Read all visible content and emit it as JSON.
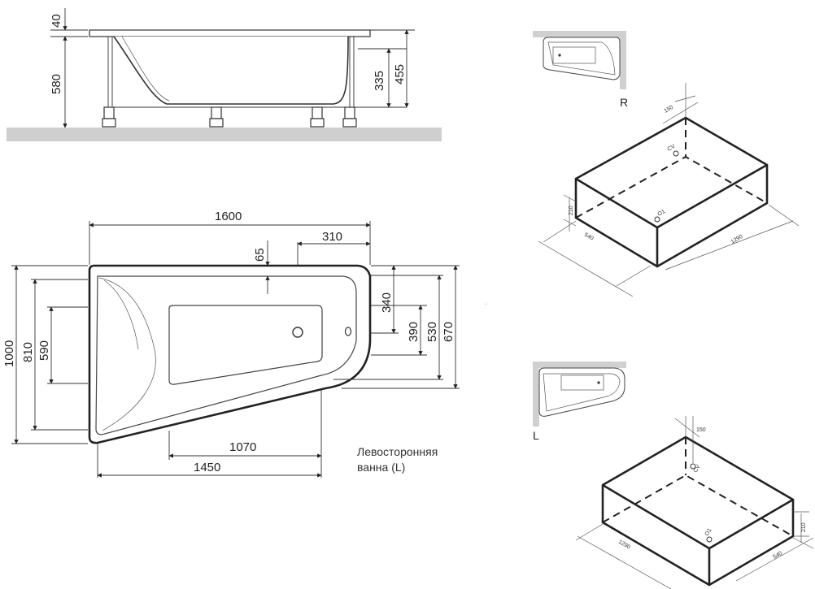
{
  "side_view": {
    "dims": {
      "top": "40",
      "total_height": "580",
      "inner_depth": "335",
      "rim_height": "455"
    }
  },
  "plan_view": {
    "dims": {
      "length": "1600",
      "corner_cut": "310",
      "offset_top": "65",
      "width": "1000",
      "width_inner": "810",
      "width_bottom": "590",
      "right_340": "340",
      "right_390": "390",
      "right_530": "530",
      "right_670": "670",
      "bottom_1070": "1070",
      "bottom_1450": "1450"
    },
    "caption_line1": "Левосторонняя",
    "caption_line2": "ванна (L)"
  },
  "iso_right": {
    "corner_label": "R",
    "labels": {
      "d150": "150",
      "cv": "CV",
      "o1": "O1",
      "d210": "210",
      "d540": "540",
      "d1290": "1290"
    }
  },
  "iso_left": {
    "corner_label": "L",
    "labels": {
      "d150": "150",
      "cv": "CV",
      "o1": "O1",
      "d210": "210",
      "d540": "540",
      "d1290": "1290"
    }
  },
  "colors": {
    "floor": "#cfcfcf",
    "wall": "#d0d0d0",
    "line": "#222222"
  }
}
